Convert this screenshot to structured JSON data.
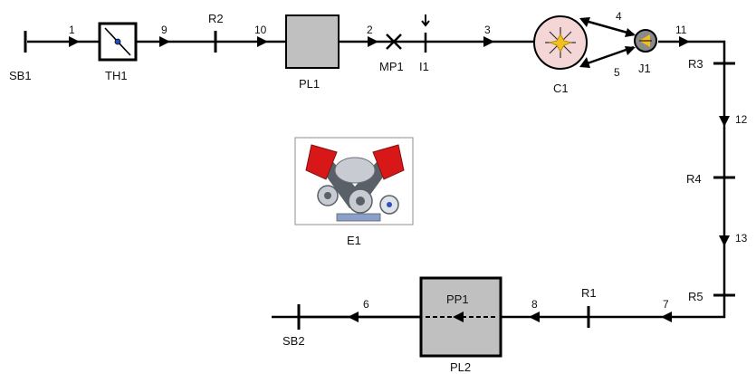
{
  "components": {
    "sb1": "SB1",
    "th1": "TH1",
    "r2": "R2",
    "pl1": "PL1",
    "mp1": "MP1",
    "i1": "I1",
    "c1": "C1",
    "j1": "J1",
    "r3": "R3",
    "r4": "R4",
    "r5": "R5",
    "r1": "R1",
    "pl2": "PL2",
    "pp1": "PP1",
    "sb2": "SB2",
    "e1": "E1"
  },
  "flow_paths": {
    "p1": "1",
    "p9": "9",
    "p10": "10",
    "p2": "2",
    "p3": "3",
    "p4": "4",
    "p5": "5",
    "p11": "11",
    "p12": "12",
    "p13": "13",
    "p7": "7",
    "p8": "8",
    "p6": "6"
  },
  "colors": {
    "line": "#000000",
    "plenum_fill": "#c0c0c0",
    "compressor_fill": "#f5d6d6",
    "junction_fill": "#8a8a8a",
    "junction_accent": "#f0c020",
    "engine_red": "#d81818",
    "engine_grey": "#5a6068",
    "engine_silver": "#c8ccd2",
    "engine_frame": "#a0a0a0"
  },
  "icons": {
    "sb1": "boundary-icon",
    "th1": "throttle-icon",
    "c1": "compressor-icon",
    "j1": "junction-icon",
    "mp1": "monitor-point-icon",
    "i1": "injector-icon",
    "e1": "engine-icon"
  }
}
